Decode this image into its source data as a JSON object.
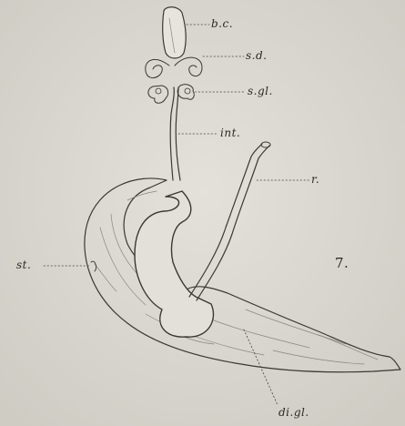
{
  "figure": {
    "number": "7.",
    "labels": {
      "bc": "b.c.",
      "sd": "s.d.",
      "sgl": "s.gl.",
      "int": "int.",
      "r": "r.",
      "st": "st.",
      "digl": "di.gl."
    }
  },
  "colors": {
    "paper": "#dcdad3",
    "ink": "#3a3833",
    "light_ink": "#8a867c"
  }
}
